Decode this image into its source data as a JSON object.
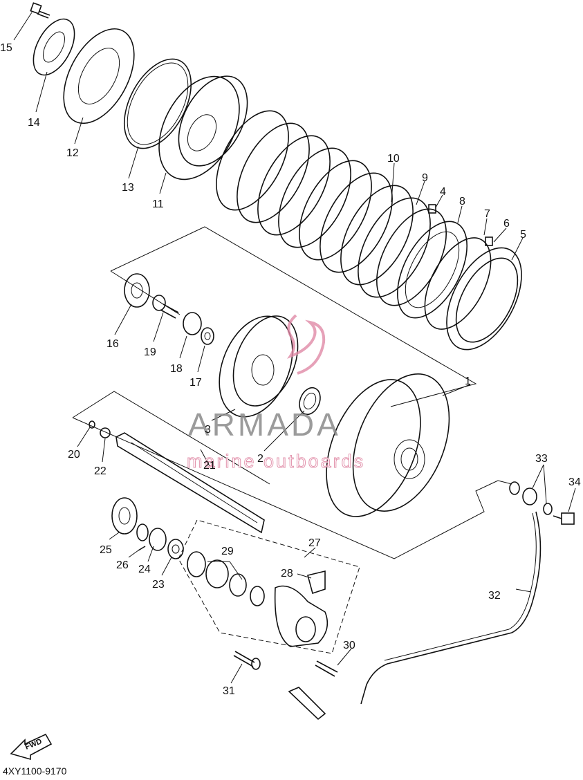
{
  "diagram": {
    "part_code": "4XY1100-9170",
    "fwd_label": "FWD",
    "watermark": {
      "brand": "ARMADA",
      "tagline": "marine outboards",
      "accent_color": "#e08aa6"
    },
    "callouts": [
      "1",
      "2",
      "3",
      "4",
      "5",
      "6",
      "7",
      "8",
      "9",
      "10",
      "11",
      "12",
      "13",
      "14",
      "15",
      "16",
      "17",
      "18",
      "19",
      "20",
      "21",
      "22",
      "23",
      "24",
      "25",
      "26",
      "27",
      "28",
      "29",
      "30",
      "31",
      "32",
      "33",
      "34"
    ]
  }
}
